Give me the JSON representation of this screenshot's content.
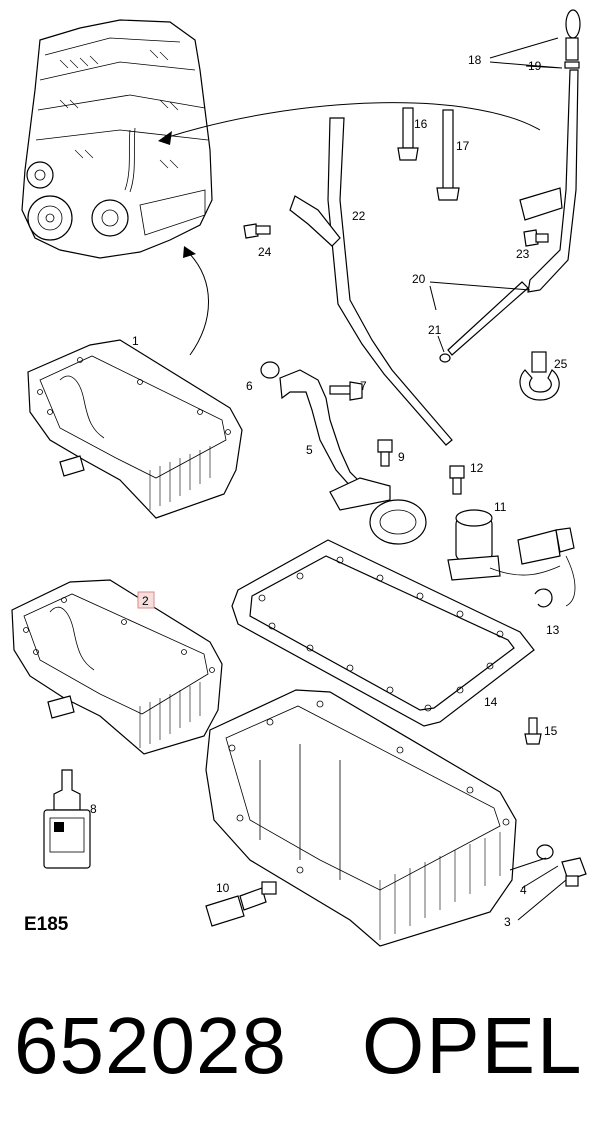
{
  "labels": {
    "l1": "1",
    "l2": "2",
    "l3": "3",
    "l4": "4",
    "l5": "5",
    "l6": "6",
    "l7": "7",
    "l8": "8",
    "l9": "9",
    "l10": "10",
    "l11": "11",
    "l12": "12",
    "l13": "13",
    "l14": "14",
    "l15": "15",
    "l16": "16",
    "l17": "17",
    "l18": "18",
    "l19": "19",
    "l20": "20",
    "l21": "21",
    "l22": "22",
    "l23": "23",
    "l24": "24",
    "l25": "25"
  },
  "diagram_code": "E185",
  "part_number": "652028",
  "brand": "OPEL",
  "colors": {
    "highlight_box": "#d98a8a"
  }
}
